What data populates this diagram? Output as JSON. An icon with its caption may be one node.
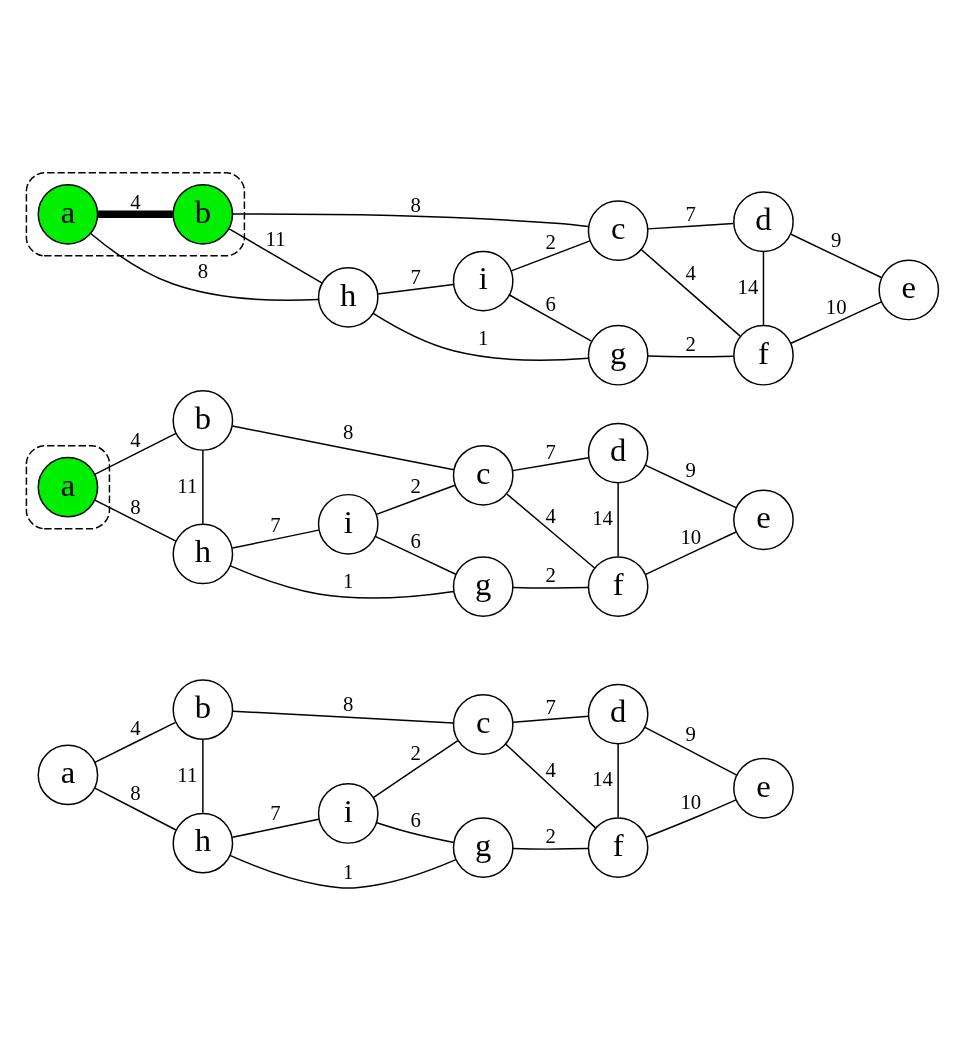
{
  "diagram": {
    "nodes": [
      {
        "text": [
          "b"
        ]
      },
      {
        "text": [
          "c"
        ]
      },
      {
        "text": [
          "d"
        ]
      },
      {
        "text": [
          "a"
        ]
      },
      {
        "text": [
          "i"
        ]
      },
      {
        "text": [
          "e"
        ]
      },
      {
        "text": [
          "h"
        ]
      },
      {
        "text": [
          "g"
        ]
      },
      {
        "text": [
          "f"
        ]
      },
      {
        "text": [],
        "shape": "cloud"
      },
      {
        "text": [
          "b"
        ]
      },
      {
        "text": [
          "c"
        ]
      },
      {
        "text": [
          "d"
        ]
      },
      {
        "text": [
          "a"
        ],
        "in": 9
      },
      {
        "text": [
          "i"
        ]
      },
      {
        "text": [
          "e"
        ]
      },
      {
        "text": [
          "h"
        ]
      },
      {
        "text": [
          "g"
        ]
      },
      {
        "text": [
          "f"
        ]
      },
      {
        "text": [],
        "shape": "cloud"
      },
      {
        "text": [
          "b"
        ],
        "in": 19
      },
      {
        "text": [
          "c"
        ]
      },
      {
        "text": [
          "d"
        ]
      },
      {
        "text": [
          "a"
        ],
        "in": 19
      },
      {
        "text": [
          "i"
        ]
      },
      {
        "text": [
          "e"
        ]
      },
      {
        "text": [
          "h"
        ]
      },
      {
        "text": [
          "g"
        ]
      },
      {
        "text": [
          "f"
        ]
      }
    ],
    "edges": [
      {
        "from": 3,
        "to": 0,
        "arrow": "none",
        "label": "4"
      },
      {
        "from": 0,
        "to": 1,
        "arrow": "none",
        "label": "8"
      },
      {
        "from": 1,
        "to": 2,
        "arrow": "none",
        "label": "7"
      },
      {
        "from": 2,
        "to": 5,
        "arrow": "none",
        "label": "9"
      },
      {
        "from": 3,
        "to": 6,
        "arrow": "none",
        "label": "8"
      },
      {
        "from": 0,
        "to": 6,
        "arrow": "none",
        "label": "11"
      },
      {
        "from": 4,
        "to": 1,
        "arrow": "none",
        "label": "2"
      },
      {
        "from": 1,
        "to": 8,
        "arrow": "none",
        "label": "4"
      },
      {
        "from": 2,
        "to": 8,
        "arrow": "none",
        "label": "14"
      },
      {
        "from": 6,
        "to": 4,
        "arrow": "none",
        "label": "7"
      },
      {
        "from": 4,
        "to": 7,
        "arrow": "none",
        "label": "6"
      },
      {
        "from": 8,
        "to": 5,
        "arrow": "none",
        "label": "10"
      },
      {
        "from": 6,
        "to": 7,
        "arrow": "none",
        "label": "1"
      },
      {
        "from": 7,
        "to": 8,
        "arrow": "none",
        "label": "2"
      },
      {
        "from": 13,
        "to": 10,
        "arrow": "none",
        "label": "4"
      },
      {
        "from": 10,
        "to": 11,
        "arrow": "none",
        "label": "8"
      },
      {
        "from": 11,
        "to": 12,
        "arrow": "none",
        "label": "7"
      },
      {
        "from": 12,
        "to": 15,
        "arrow": "none",
        "label": "9"
      },
      {
        "from": 13,
        "to": 16,
        "arrow": "none",
        "label": "8"
      },
      {
        "from": 10,
        "to": 16,
        "arrow": "none",
        "label": "11"
      },
      {
        "from": 14,
        "to": 11,
        "arrow": "none",
        "label": "2"
      },
      {
        "from": 11,
        "to": 18,
        "arrow": "none",
        "label": "4"
      },
      {
        "from": 12,
        "to": 18,
        "arrow": "none",
        "label": "14"
      },
      {
        "from": 16,
        "to": 14,
        "arrow": "none",
        "label": "7"
      },
      {
        "from": 14,
        "to": 17,
        "arrow": "none",
        "label": "6"
      },
      {
        "from": 18,
        "to": 15,
        "arrow": "none",
        "label": "10"
      },
      {
        "from": 16,
        "to": 17,
        "arrow": "none",
        "label": "1"
      },
      {
        "from": 17,
        "to": 18,
        "arrow": "none",
        "label": "2"
      },
      {
        "from": 23,
        "to": 20,
        "arrow": "none",
        "label": "4",
        "style": "thick"
      },
      {
        "from": 20,
        "to": 21,
        "arrow": "none",
        "label": "8"
      },
      {
        "from": 21,
        "to": 22,
        "arrow": "none",
        "label": "7"
      },
      {
        "from": 22,
        "to": 25,
        "arrow": "none",
        "label": "9"
      },
      {
        "from": 23,
        "to": 26,
        "arrow": "none",
        "label": "8"
      },
      {
        "from": 20,
        "to": 26,
        "arrow": "none",
        "label": "11"
      },
      {
        "from": 24,
        "to": 21,
        "arrow": "none",
        "label": "2"
      },
      {
        "from": 21,
        "to": 28,
        "arrow": "none",
        "label": "4"
      },
      {
        "from": 22,
        "to": 28,
        "arrow": "none",
        "label": "14"
      },
      {
        "from": 26,
        "to": 24,
        "arrow": "none",
        "label": "7"
      },
      {
        "from": 24,
        "to": 27,
        "arrow": "none",
        "label": "6"
      },
      {
        "from": 28,
        "to": 25,
        "arrow": "none",
        "label": "10"
      },
      {
        "from": 26,
        "to": 27,
        "arrow": "none",
        "label": "1"
      },
      {
        "from": 27,
        "to": 28,
        "arrow": "none",
        "label": "2"
      }
    ]
  }
}
